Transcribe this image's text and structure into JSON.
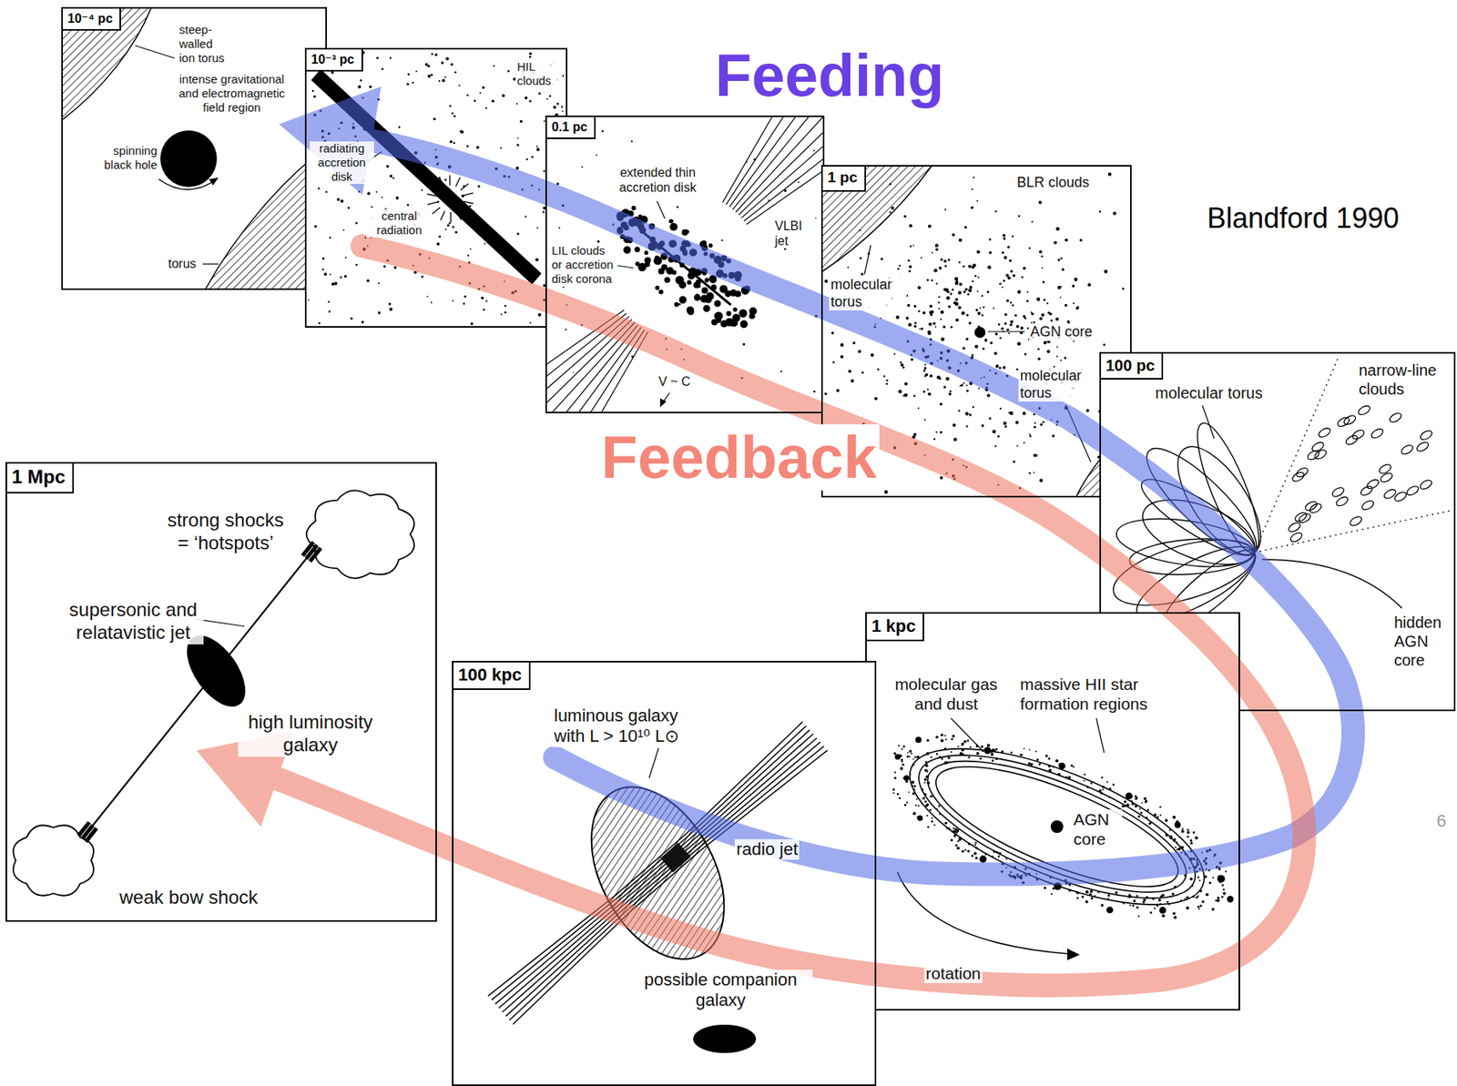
{
  "diagram": {
    "nodes": [
      {
        "text": [
          "steep-walled ion torus",
          "intense gravitational and electromagnetic field region",
          "spinning black hole",
          "torus"
        ]
      },
      {
        "text": [
          "10⁻⁴ pc"
        ],
        "in": 0
      },
      {
        "text": [
          "HIL clouds",
          "radiating accretion disk",
          "central radiation"
        ]
      },
      {
        "text": [
          "10⁻³ pc"
        ],
        "in": 2
      },
      {
        "text": [
          "extended thin accretion disk",
          "VLBI jet",
          "LIL clouds or accretion disk corona",
          "V ~ C"
        ]
      },
      {
        "text": [
          "0.1 pc"
        ],
        "in": 4
      },
      {
        "text": [
          "BLR clouds",
          "molecular torus",
          "AGN core",
          "molecular torus"
        ]
      },
      {
        "text": [
          "1 pc"
        ],
        "in": 6
      },
      {
        "text": [
          "molecular torus",
          "narrow-line clouds",
          "hidden AGN core"
        ]
      },
      {
        "text": [
          "100 pc"
        ],
        "in": 8
      },
      {
        "text": [
          "molecular gas and dust",
          "massive HII star formation regions",
          "AGN core",
          "rotation"
        ]
      },
      {
        "text": [
          "1 kpc"
        ],
        "in": 10
      },
      {
        "text": [
          "luminous galaxy with L > 10¹⁰ L⊙",
          "radio jet",
          "possible companion galaxy"
        ]
      },
      {
        "text": [
          "100 kpc"
        ],
        "in": 12
      },
      {
        "text": [
          "strong shocks = ‘hotspots’",
          "supersonic and relatavistic jet",
          "high luminosity galaxy",
          "weak bow shock"
        ]
      },
      {
        "text": [
          "1 Mpc"
        ],
        "in": 14
      }
    ],
    "labels": [
      "Feeding",
      "Feedback",
      "Blandford 1990",
      "6"
    ]
  }
}
